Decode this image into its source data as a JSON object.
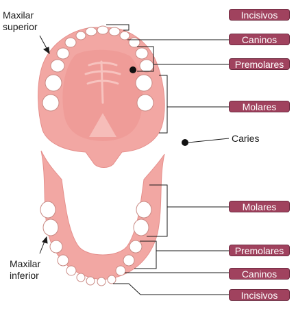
{
  "labels": {
    "upper_jaw": [
      "Maxilar",
      "superior"
    ],
    "lower_jaw": [
      "Maxilar",
      "inferior"
    ],
    "caries": "Caries",
    "boxes": [
      "Incisivos",
      "Caninos",
      "Premolares",
      "Molares",
      "Molares",
      "Premolares",
      "Caninos",
      "Incisivos"
    ]
  },
  "colors": {
    "gum": "#f2a7a3",
    "gum_dark": "#e58f8c",
    "palate": "#ef9c98",
    "tooth": "#ffffff",
    "tooth_outline": "#c98a84",
    "label_box": "#a0425e",
    "label_text": "#ffffff",
    "lines": "#1a1a1a",
    "caries_spot": "#111111"
  }
}
